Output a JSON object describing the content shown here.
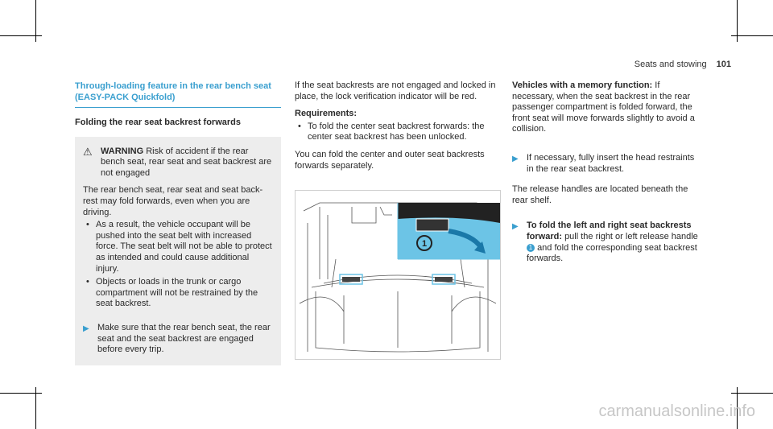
{
  "header": {
    "section": "Seats and stowing",
    "page": "101"
  },
  "col1": {
    "title": "Through-loading feature in the rear bench seat (EASY-PACK Quickfold)",
    "subtitle": "Folding the rear seat backrest forwards",
    "warning": {
      "icon": "warning-triangle-icon",
      "label": "WARNING",
      "text": "Risk of accident if the rear bench seat, rear seat and seat backrest are not engaged",
      "body": "The rear bench seat, rear seat and seat back-rest may fold forwards, even when you are driving.",
      "bullets": [
        "As a result, the vehicle occupant will be pushed into the seat belt with increased force. The seat belt will not be able to protect as intended and could cause additional injury.",
        "Objects or loads in the trunk or cargo compartment will not be restrained by the seat backrest."
      ],
      "step": "Make sure that the rear bench seat, the rear seat and the seat backrest are engaged before every trip."
    }
  },
  "col2": {
    "intro": "If the seat backrests are not engaged and locked in place, the lock verification indicator will be red.",
    "req_label": "Requirements:",
    "req_bullet": "To fold the center seat backrest forwards: the center seat backrest has been unlocked.",
    "para": "You can fold the center and outer seat backrests forwards separately.",
    "figure_callout": "1"
  },
  "col3": {
    "memory_label": "Vehicles with a memory function:",
    "memory_text": "If necessary, when the seat backrest in the rear passenger compartment is folded forward, the front seat will move forwards slightly to avoid a collision.",
    "step1": "If necessary, fully insert the head restraints in the rear seat backrest.",
    "para": "The release handles are located beneath the rear shelf.",
    "step2_label": "To fold the left and right seat backrests forward:",
    "step2_a": "pull the right or left release handle",
    "step2_num": "1",
    "step2_b": "and fold the corresponding seat backrest forwards."
  },
  "watermark": "carmanualsonline.info",
  "colors": {
    "accent": "#3a9fcf",
    "callout_bg": "#6cc4e6",
    "warn_bg": "#ededed"
  }
}
